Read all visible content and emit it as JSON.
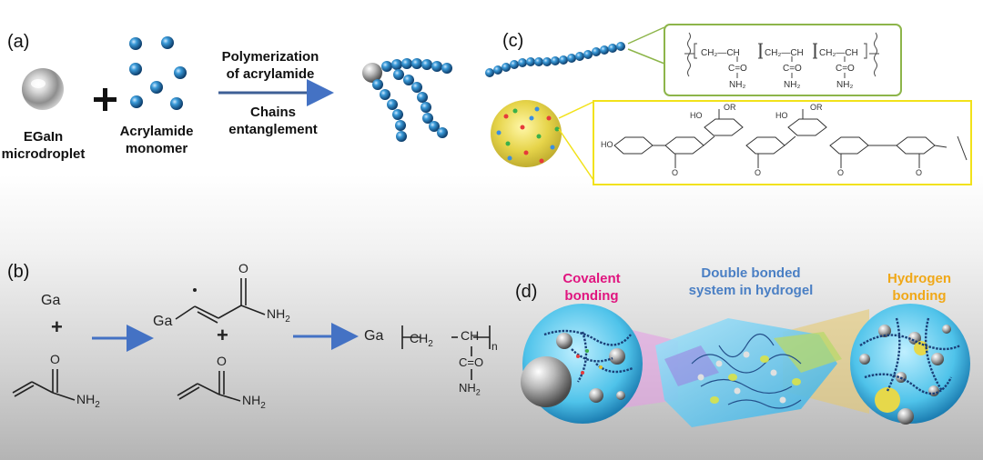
{
  "panel_a": {
    "label": "(a)",
    "droplet_label": [
      "EGaIn",
      "microdroplet"
    ],
    "plus": "+",
    "monomer_label": [
      "Acrylamide",
      "monomer"
    ],
    "arrow_top": [
      "Polymerization",
      "of  acrylamide"
    ],
    "arrow_bottom": [
      "Chains",
      "entanglement"
    ]
  },
  "panel_b": {
    "label": "(b)",
    "ga1": "Ga",
    "plus1": "+",
    "ga2": "Ga",
    "plus2": "+",
    "ga3": "Ga",
    "o": "O",
    "nh2": "NH",
    "sub2": "2",
    "ch2": "CH",
    "ch": "CH",
    "n": "n",
    "co": "C=O"
  },
  "panel_c": {
    "label": "(c)",
    "pam_groups": [
      "CH₂—CH",
      "CH₂—CH",
      "CH₂—CH"
    ],
    "pam_co": "C=O",
    "pam_nh2": "NH₂",
    "gum_ho": "HO",
    "gum_or": "OR",
    "gum_o": "O"
  },
  "panel_d": {
    "label": "(d)",
    "covalent": [
      "Covalent",
      "bonding"
    ],
    "double": [
      "Double bonded",
      "system in hydrogel"
    ],
    "hydrogen": [
      "Hydrogen",
      "bonding"
    ]
  },
  "colors": {
    "arrow": "#4472c4",
    "bead": "#2c7fb8",
    "pam_box": "#8db54a",
    "gum_box": "#f2e21a",
    "gum_blob": "#e8d84a",
    "pink": "#e0157f",
    "blue_title": "#4a7fc4",
    "gold": "#f0a818"
  }
}
